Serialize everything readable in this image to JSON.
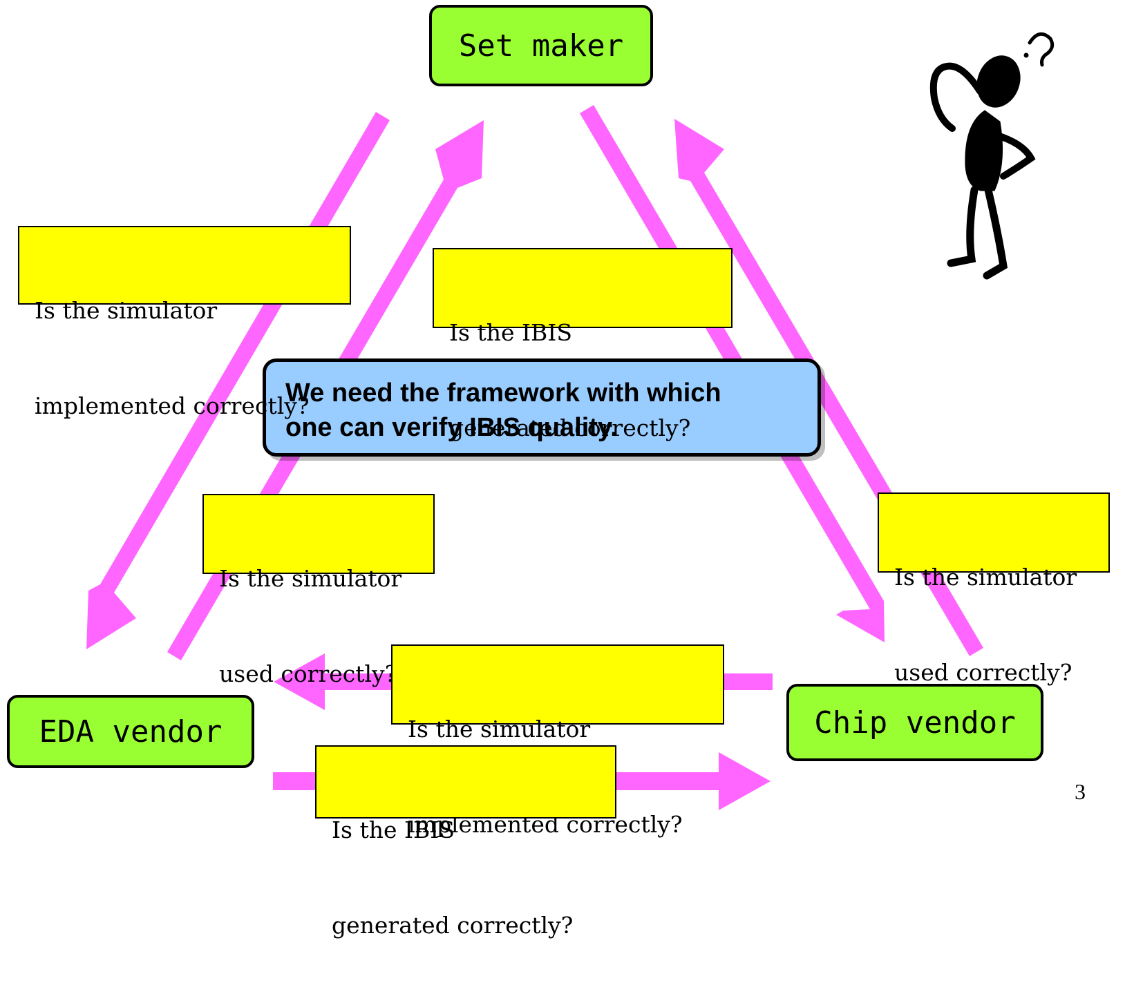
{
  "colors": {
    "arrow": "#ff66ff",
    "node_fill": "#99ff33",
    "question_fill": "#ffff00",
    "center_fill": "#99ccff"
  },
  "nodes": {
    "set_maker": "Set maker",
    "eda_vendor": "EDA vendor",
    "chip_vendor": "Chip vendor"
  },
  "center_message": {
    "line1": "We need the framework with which",
    "line2": "one can verify IBIS quality."
  },
  "questions": {
    "sim_impl_top_left": {
      "line1": "Is the simulator",
      "line2": "implemented correctly?"
    },
    "ibis_gen_top_center": {
      "line1": "Is the IBIS",
      "line2": "generated correctly?"
    },
    "sim_used_left": {
      "line1": "Is the simulator",
      "line2": "used correctly?"
    },
    "sim_used_right": {
      "line1": "Is the simulator",
      "line2": "used correctly?"
    },
    "sim_impl_bottom": {
      "line1": "Is the simulator",
      "line2": "implemented correctly?"
    },
    "ibis_gen_bottom": {
      "line1": "Is the IBIS",
      "line2": "generated correctly?"
    }
  },
  "figure_icon": "thinking-person-with-question-mark-icon",
  "page_number": "3"
}
